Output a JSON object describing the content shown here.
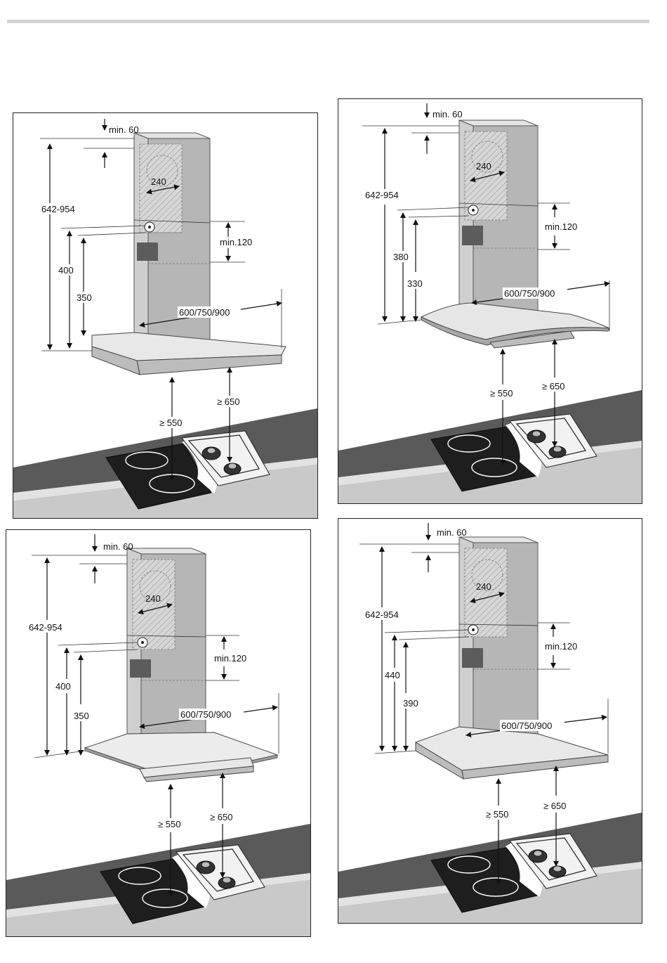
{
  "colors": {
    "rule": "#d4d4d4",
    "counter": "#5a5a5a",
    "hob": "#1e1e1e",
    "chimney": "#cfcfcf"
  },
  "panels": [
    {
      "id": "top-left",
      "min_top": "min. 60",
      "total_height": "642-954",
      "depth": "240",
      "bracket_outer": "400",
      "bracket_inner": "350",
      "min_gap": "min.120",
      "width": "600/750/900",
      "electric_clearance": "≥ 550",
      "gas_clearance": "≥ 650"
    },
    {
      "id": "top-right",
      "min_top": "min. 60",
      "total_height": "642-954",
      "depth": "240",
      "bracket_outer": "380",
      "bracket_inner": "330",
      "min_gap": "min.120",
      "width": "600/750/900",
      "electric_clearance": "≥ 550",
      "gas_clearance": "≥ 650"
    },
    {
      "id": "bottom-left",
      "min_top": "min. 60",
      "total_height": "642-954",
      "depth": "240",
      "bracket_outer": "400",
      "bracket_inner": "350",
      "min_gap": "min.120",
      "width": "600/750/900",
      "electric_clearance": "≥ 550",
      "gas_clearance": "≥ 650"
    },
    {
      "id": "bottom-right",
      "min_top": "min. 60",
      "total_height": "642-954",
      "depth": "240",
      "bracket_outer": "440",
      "bracket_inner": "390",
      "min_gap": "min.120",
      "width": "600/750/900",
      "electric_clearance": "≥ 550",
      "gas_clearance": "≥ 650"
    }
  ]
}
